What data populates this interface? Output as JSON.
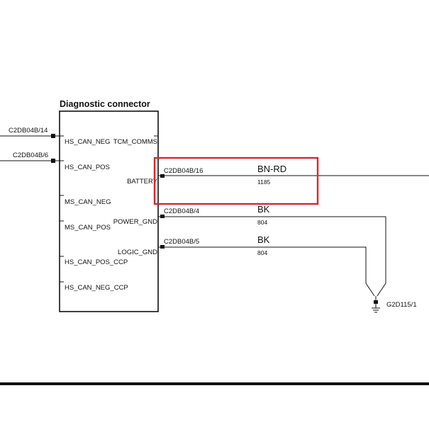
{
  "connector": {
    "title": "Diagnostic connector",
    "left_pins": [
      "HS_CAN_NEG",
      "HS_CAN_POS",
      "MS_CAN_NEG",
      "MS_CAN_POS",
      "HS_CAN_POS_CCP",
      "HS_CAN_NEG_CCP"
    ],
    "right_pins": [
      "TCM_COMMS",
      "BATTERY",
      "POWER_GND",
      "LOGIC_GND"
    ]
  },
  "left_refs": [
    "C2DB04B/14",
    "C2DB04B/6"
  ],
  "wires": [
    {
      "ref": "C2DB04B/16",
      "color": "BN-RD",
      "circuit": "1185"
    },
    {
      "ref": "C2DB04B/4",
      "color": "BK",
      "circuit": "804"
    },
    {
      "ref": "C2DB04B/5",
      "color": "BK",
      "circuit": "804"
    }
  ],
  "ground": {
    "label": "G2D115/1"
  },
  "highlight": {
    "color": "#d9262b"
  }
}
